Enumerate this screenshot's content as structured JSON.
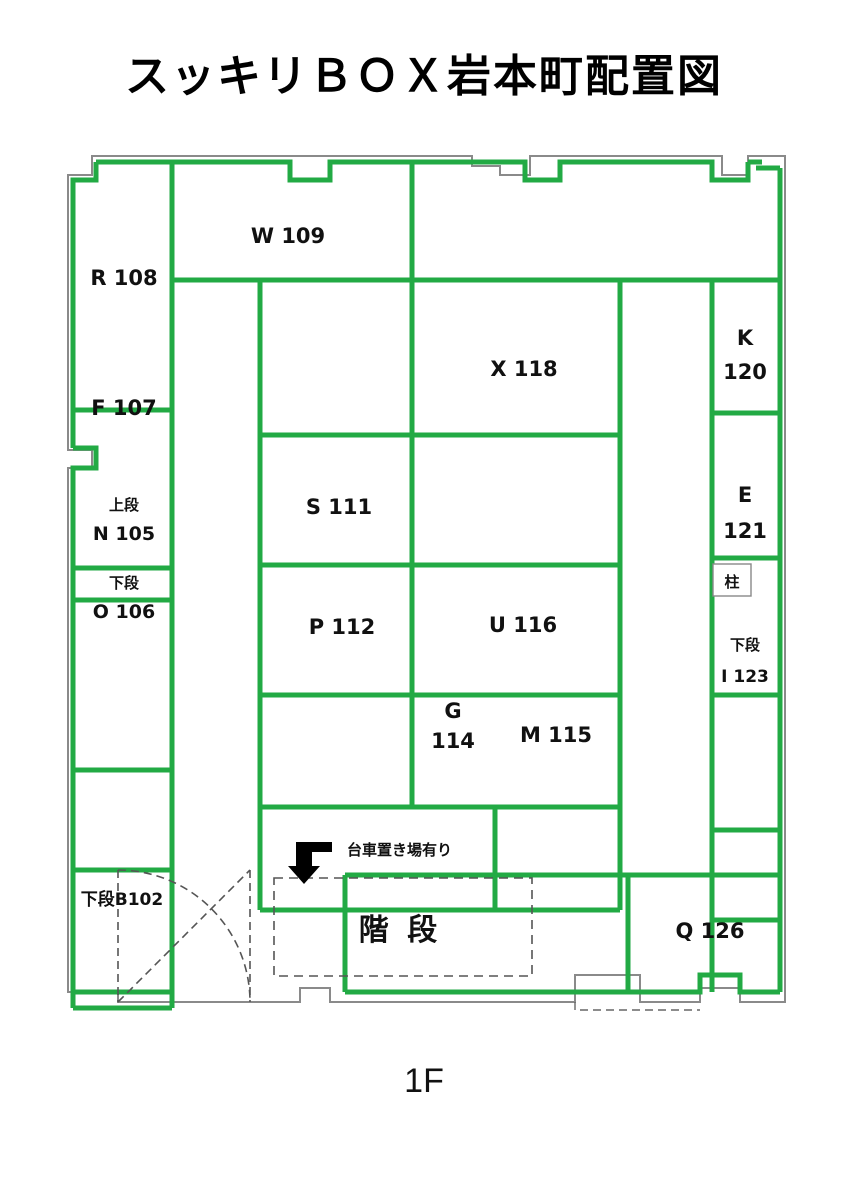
{
  "page": {
    "title": "スッキリＢＯＸ岩本町配置図",
    "floor_label": "1F",
    "accent_color": "#22aa44",
    "outline_color": "#808080",
    "text_color": "#111111"
  },
  "annotations": {
    "cart_note": "台車置き場有り",
    "stairs": "階 段",
    "pillar": "柱"
  },
  "rooms": {
    "r108": "R 108",
    "w109": "W 109",
    "f107": "F 107",
    "n105_top": "上段",
    "n105": "N 105",
    "o106_top": "下段",
    "o106": "O 106",
    "b102": "下段B102",
    "x118": "X 118",
    "s111": "S 111",
    "p112": "P 112",
    "u116": "U 116",
    "g114_a": "G",
    "g114_b": "114",
    "m115": "M 115",
    "k120_a": "K",
    "k120_b": "120",
    "e121_a": "E",
    "e121_b": "121",
    "i123_top": "下段",
    "i123": "I 123",
    "q126": "Q 126"
  },
  "chart_data": {
    "type": "table",
    "title": "スッキリＢＯＸ岩本町配置図",
    "subtitle": "1F",
    "units": [
      {
        "code": "R 108",
        "tier": "",
        "column": "left"
      },
      {
        "code": "F 107",
        "tier": "",
        "column": "left"
      },
      {
        "code": "N 105",
        "tier": "上段",
        "column": "left"
      },
      {
        "code": "O 106",
        "tier": "下段",
        "column": "left"
      },
      {
        "code": "B102",
        "tier": "下段",
        "column": "left"
      },
      {
        "code": "W 109",
        "tier": "",
        "column": "top"
      },
      {
        "code": "X 118",
        "tier": "",
        "column": "center"
      },
      {
        "code": "S 111",
        "tier": "",
        "column": "center"
      },
      {
        "code": "P 112",
        "tier": "",
        "column": "center"
      },
      {
        "code": "U 116",
        "tier": "",
        "column": "center"
      },
      {
        "code": "G 114",
        "tier": "",
        "column": "center"
      },
      {
        "code": "M 115",
        "tier": "",
        "column": "center"
      },
      {
        "code": "K 120",
        "tier": "",
        "column": "right"
      },
      {
        "code": "E 121",
        "tier": "",
        "column": "right"
      },
      {
        "code": "I 123",
        "tier": "下段",
        "column": "right"
      },
      {
        "code": "Q 126",
        "tier": "",
        "column": "bottom"
      }
    ]
  }
}
